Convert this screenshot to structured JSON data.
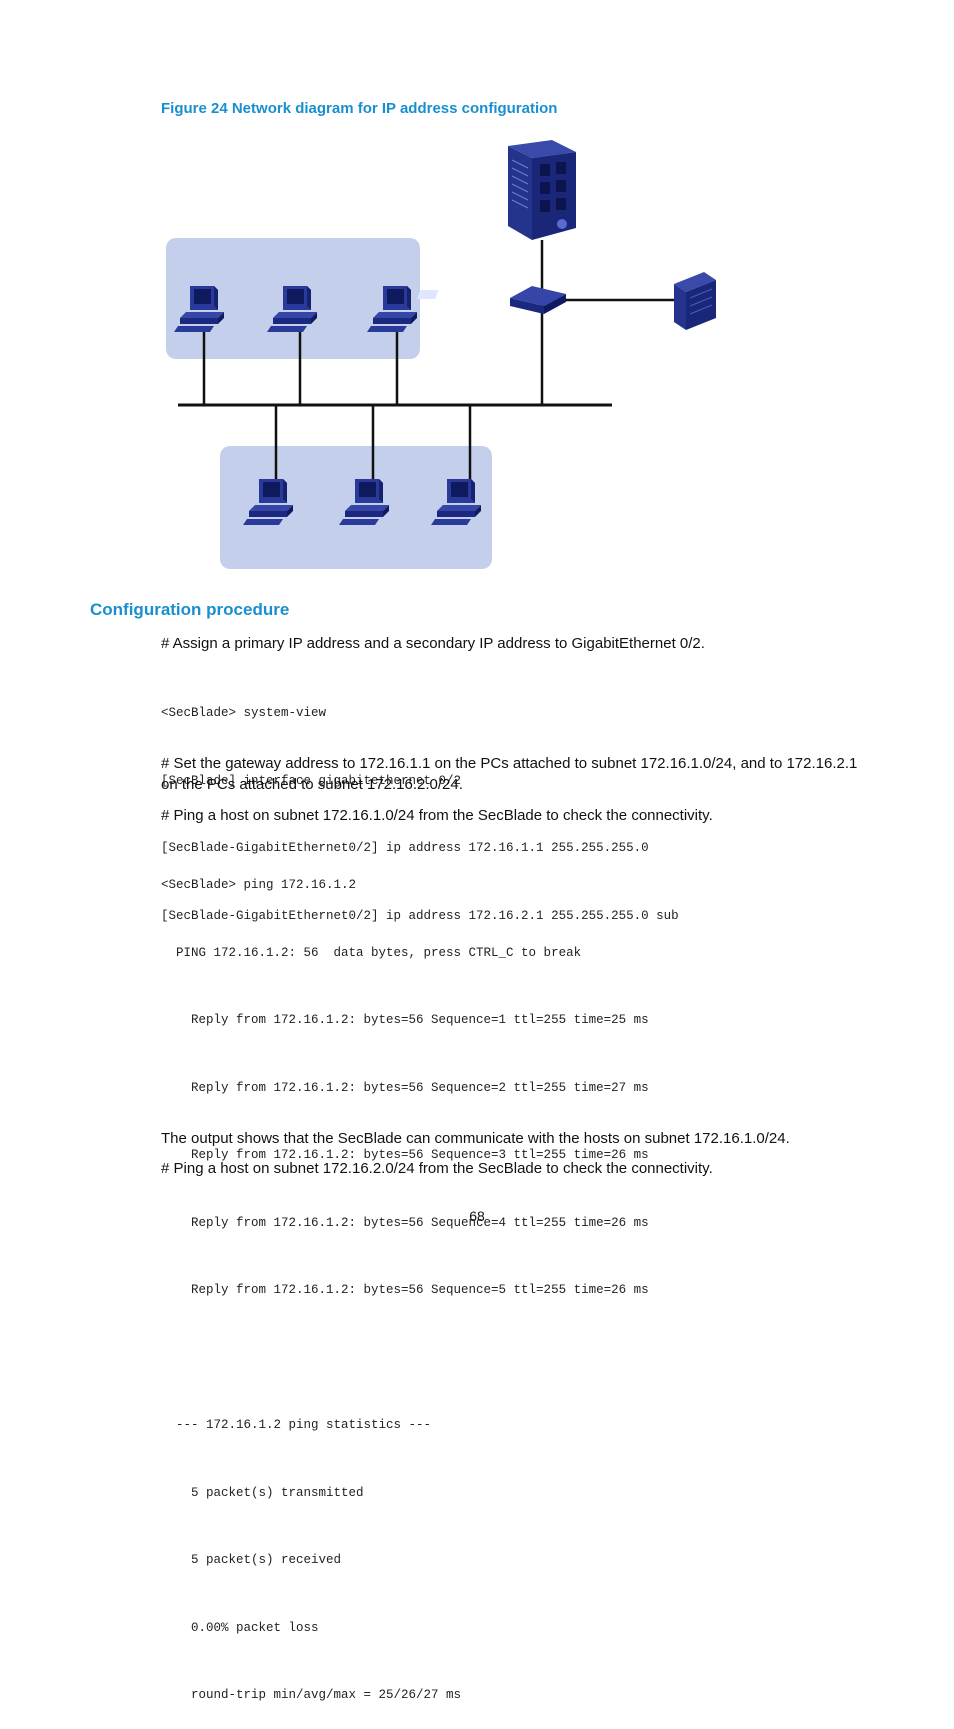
{
  "figure": {
    "caption": "Figure 24 Network diagram for IP address configuration",
    "colors": {
      "subnet_fill": "#c4d0eb",
      "device_blue": "#1f2f8a",
      "line": "#111111"
    },
    "icons": [
      "pc-icon",
      "secblade-chassis-icon",
      "switch-icon",
      "server-icon"
    ]
  },
  "section": {
    "heading": "Configuration procedure"
  },
  "paragraphs": {
    "p1": "# Assign a primary IP address and a secondary IP address to GigabitEthernet 0/2.",
    "p2": "# Set the gateway address to 172.16.1.1 on the PCs attached to subnet 172.16.1.0/24, and to 172.16.2.1 on the PCs attached to subnet 172.16.2.0/24.",
    "p3": "# Ping a host on subnet 172.16.1.0/24 from the SecBlade to check the connectivity.",
    "p4": "The output shows that the SecBlade can communicate with the hosts on subnet 172.16.1.0/24.",
    "p5": "# Ping a host on subnet 172.16.2.0/24 from the SecBlade to check the connectivity."
  },
  "code1": [
    "<SecBlade> system-view",
    "[SecBlade] interface gigabitethernet 0/2",
    "[SecBlade-GigabitEthernet0/2] ip address 172.16.1.1 255.255.255.0",
    "[SecBlade-GigabitEthernet0/2] ip address 172.16.2.1 255.255.255.0 sub"
  ],
  "code2": [
    "<SecBlade> ping 172.16.1.2",
    "  PING 172.16.1.2: 56  data bytes, press CTRL_C to break",
    "    Reply from 172.16.1.2: bytes=56 Sequence=1 ttl=255 time=25 ms",
    "    Reply from 172.16.1.2: bytes=56 Sequence=2 ttl=255 time=27 ms",
    "    Reply from 172.16.1.2: bytes=56 Sequence=3 ttl=255 time=26 ms",
    "    Reply from 172.16.1.2: bytes=56 Sequence=4 ttl=255 time=26 ms",
    "    Reply from 172.16.1.2: bytes=56 Sequence=5 ttl=255 time=26 ms",
    "",
    "  --- 172.16.1.2 ping statistics ---",
    "    5 packet(s) transmitted",
    "    5 packet(s) received",
    "    0.00% packet loss",
    "    round-trip min/avg/max = 25/26/27 ms"
  ],
  "page_number": "68"
}
